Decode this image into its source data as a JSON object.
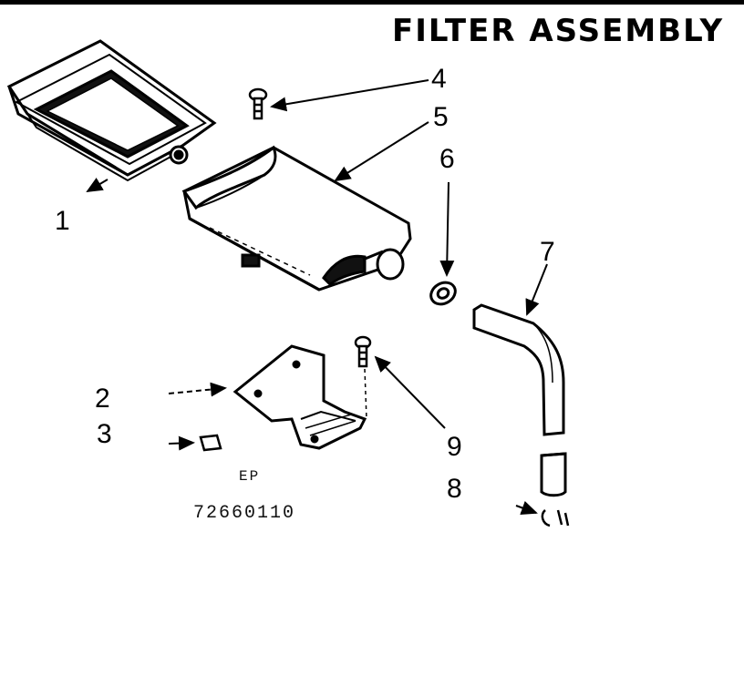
{
  "title": "FILTER ASSEMBLY",
  "callouts": {
    "c1": "1",
    "c2": "2",
    "c3": "3",
    "c4": "4",
    "c5": "5",
    "c6": "6",
    "c7": "7",
    "c8": "8",
    "c9": "9"
  },
  "catalog": {
    "prefix": "EP",
    "number": "72660110"
  }
}
